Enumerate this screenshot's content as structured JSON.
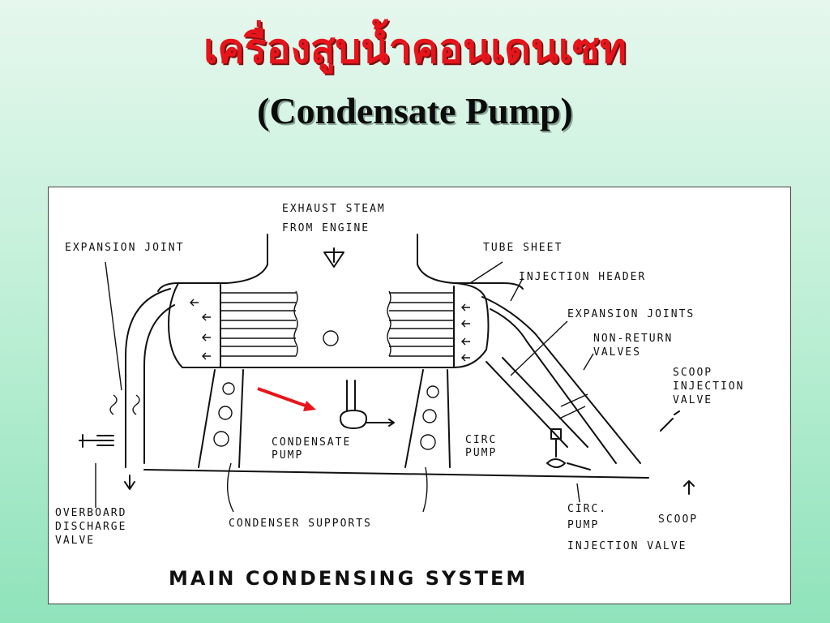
{
  "slide": {
    "title_thai": "เครื่องสูบน้ำคอนเดนเซท",
    "title_english": "(Condensate  Pump)"
  },
  "diagram": {
    "labels": {
      "exhaust_steam": "EXHAUST STEAM",
      "from_engine": "FROM ENGINE",
      "expansion_joint": "EXPANSION JOINT",
      "tube_sheet": "TUBE  SHEET",
      "injection_header": "INJECTION HEADER",
      "expansion_joints": "EXPANSION JOINTS",
      "non_return": "NON-RETURN",
      "valves": "VALVES",
      "scoop_1": "SCOOP",
      "scoop_2": "INJECTION",
      "scoop_3": "VALVE",
      "condensate_1": "CONDENSATE",
      "condensate_2": "PUMP",
      "circ_1": "CIRC",
      "circ_2": "PUMP",
      "overboard_1": "OVERBOARD",
      "overboard_2": "DISCHARGE",
      "overboard_3": "VALVE",
      "condenser_supports": "CONDENSER SUPPORTS",
      "circ_inj_1": "CIRC.",
      "circ_inj_2": "PUMP",
      "circ_inj_3": "INJECTION VALVE",
      "scoop": "SCOOP",
      "system_title": "MAIN CONDENSING SYSTEM"
    },
    "highlight_arrow_color": "#e8141b"
  }
}
